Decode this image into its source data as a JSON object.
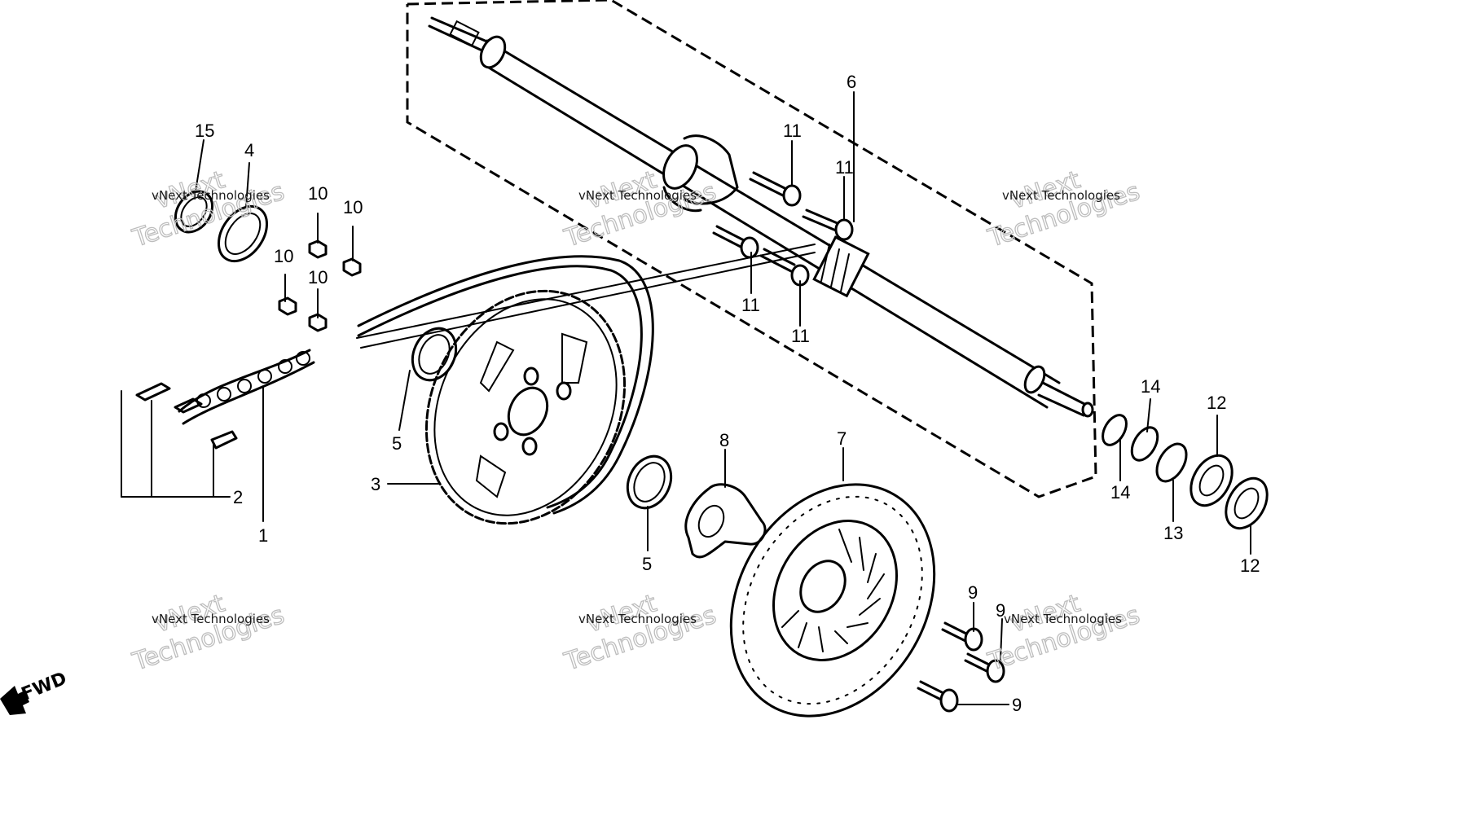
{
  "callouts": {
    "c1": "1",
    "c2": "2",
    "c3": "3",
    "c4": "4",
    "c5a": "5",
    "c5b": "5",
    "c6": "6",
    "c7": "7",
    "c8": "8",
    "c9a": "9",
    "c9b": "9",
    "c9c": "9",
    "c10a": "10",
    "c10b": "10",
    "c10c": "10",
    "c10d": "10",
    "c11a": "11",
    "c11b": "11",
    "c11c": "11",
    "c11d": "11",
    "c12a": "12",
    "c12b": "12",
    "c13": "13",
    "c14a": "14",
    "c14b": "14",
    "c15": "15"
  },
  "direction_label": "FWD",
  "watermark": {
    "small": "vNext Technologies",
    "big_line1": "vNext",
    "big_line2": "Technologies"
  }
}
